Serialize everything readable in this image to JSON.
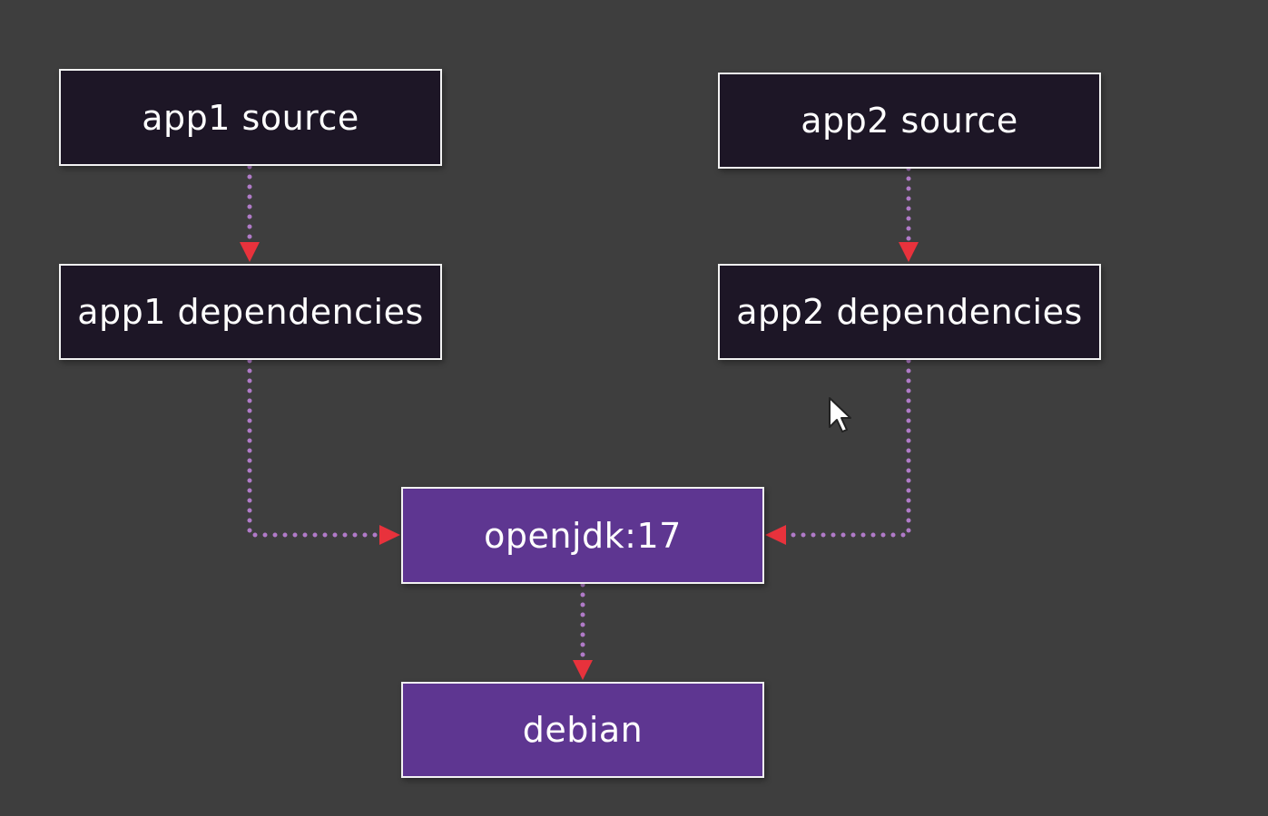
{
  "diagram": {
    "nodes": {
      "app1_source": "app1 source",
      "app2_source": "app2 source",
      "app1_dependencies": "app1 dependencies",
      "app2_dependencies": "app2 dependencies",
      "openjdk": "openjdk:17",
      "debian": "debian"
    },
    "edges": [
      {
        "from": "app1 source",
        "to": "app1 dependencies"
      },
      {
        "from": "app2 source",
        "to": "app2 dependencies"
      },
      {
        "from": "app1 dependencies",
        "to": "openjdk:17"
      },
      {
        "from": "app2 dependencies",
        "to": "openjdk:17"
      },
      {
        "from": "openjdk:17",
        "to": "debian"
      }
    ]
  },
  "colors": {
    "background": "#3e3e3e",
    "dark_node": "#1d1626",
    "purple_node": "#5e3691",
    "connector_dots": "#b07ac8",
    "arrowhead": "#e8323c",
    "border": "#f2f2f2"
  }
}
